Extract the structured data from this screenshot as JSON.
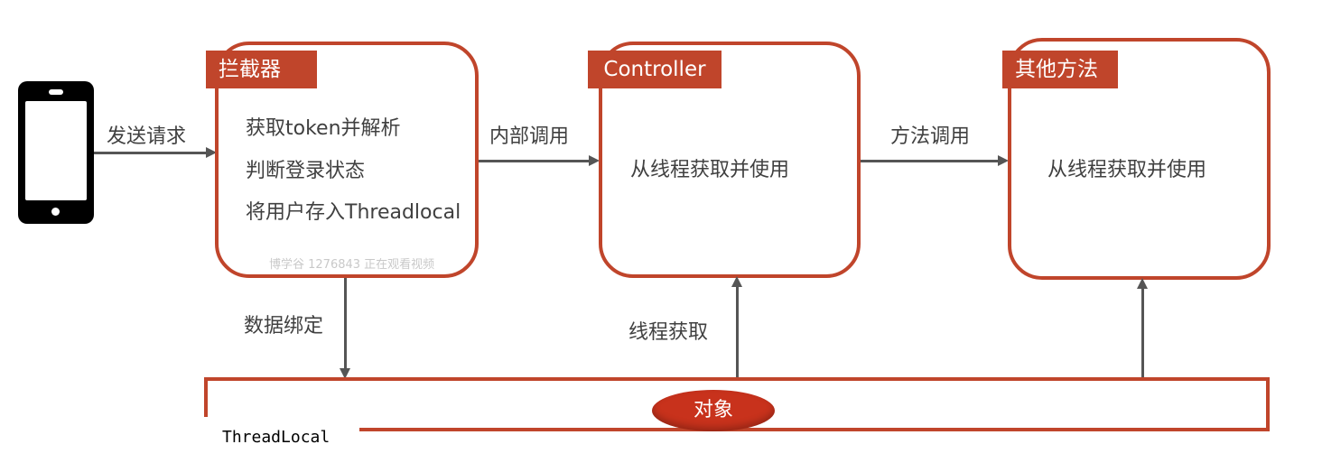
{
  "edges": {
    "send_request": "发送请求",
    "internal_call": "内部调用",
    "method_call": "方法调用",
    "data_binding": "数据绑定",
    "thread_get": "线程获取"
  },
  "interceptor": {
    "tag": "拦截器",
    "lines": [
      "获取token并解析",
      "判断登录状态",
      "将用户存入Threadlocal"
    ],
    "watermark": "博学谷 1276843 正在观看视频"
  },
  "controller": {
    "tag": "Controller",
    "text": "从线程获取并使用"
  },
  "other": {
    "tag": "其他方法",
    "text": "从线程获取并使用"
  },
  "threadlocal": {
    "label": "ThreadLocal",
    "object": "对象"
  },
  "colors": {
    "accent": "#c0452b",
    "arrow": "#555555",
    "text": "#404040"
  },
  "icons": [
    "phone-icon"
  ]
}
